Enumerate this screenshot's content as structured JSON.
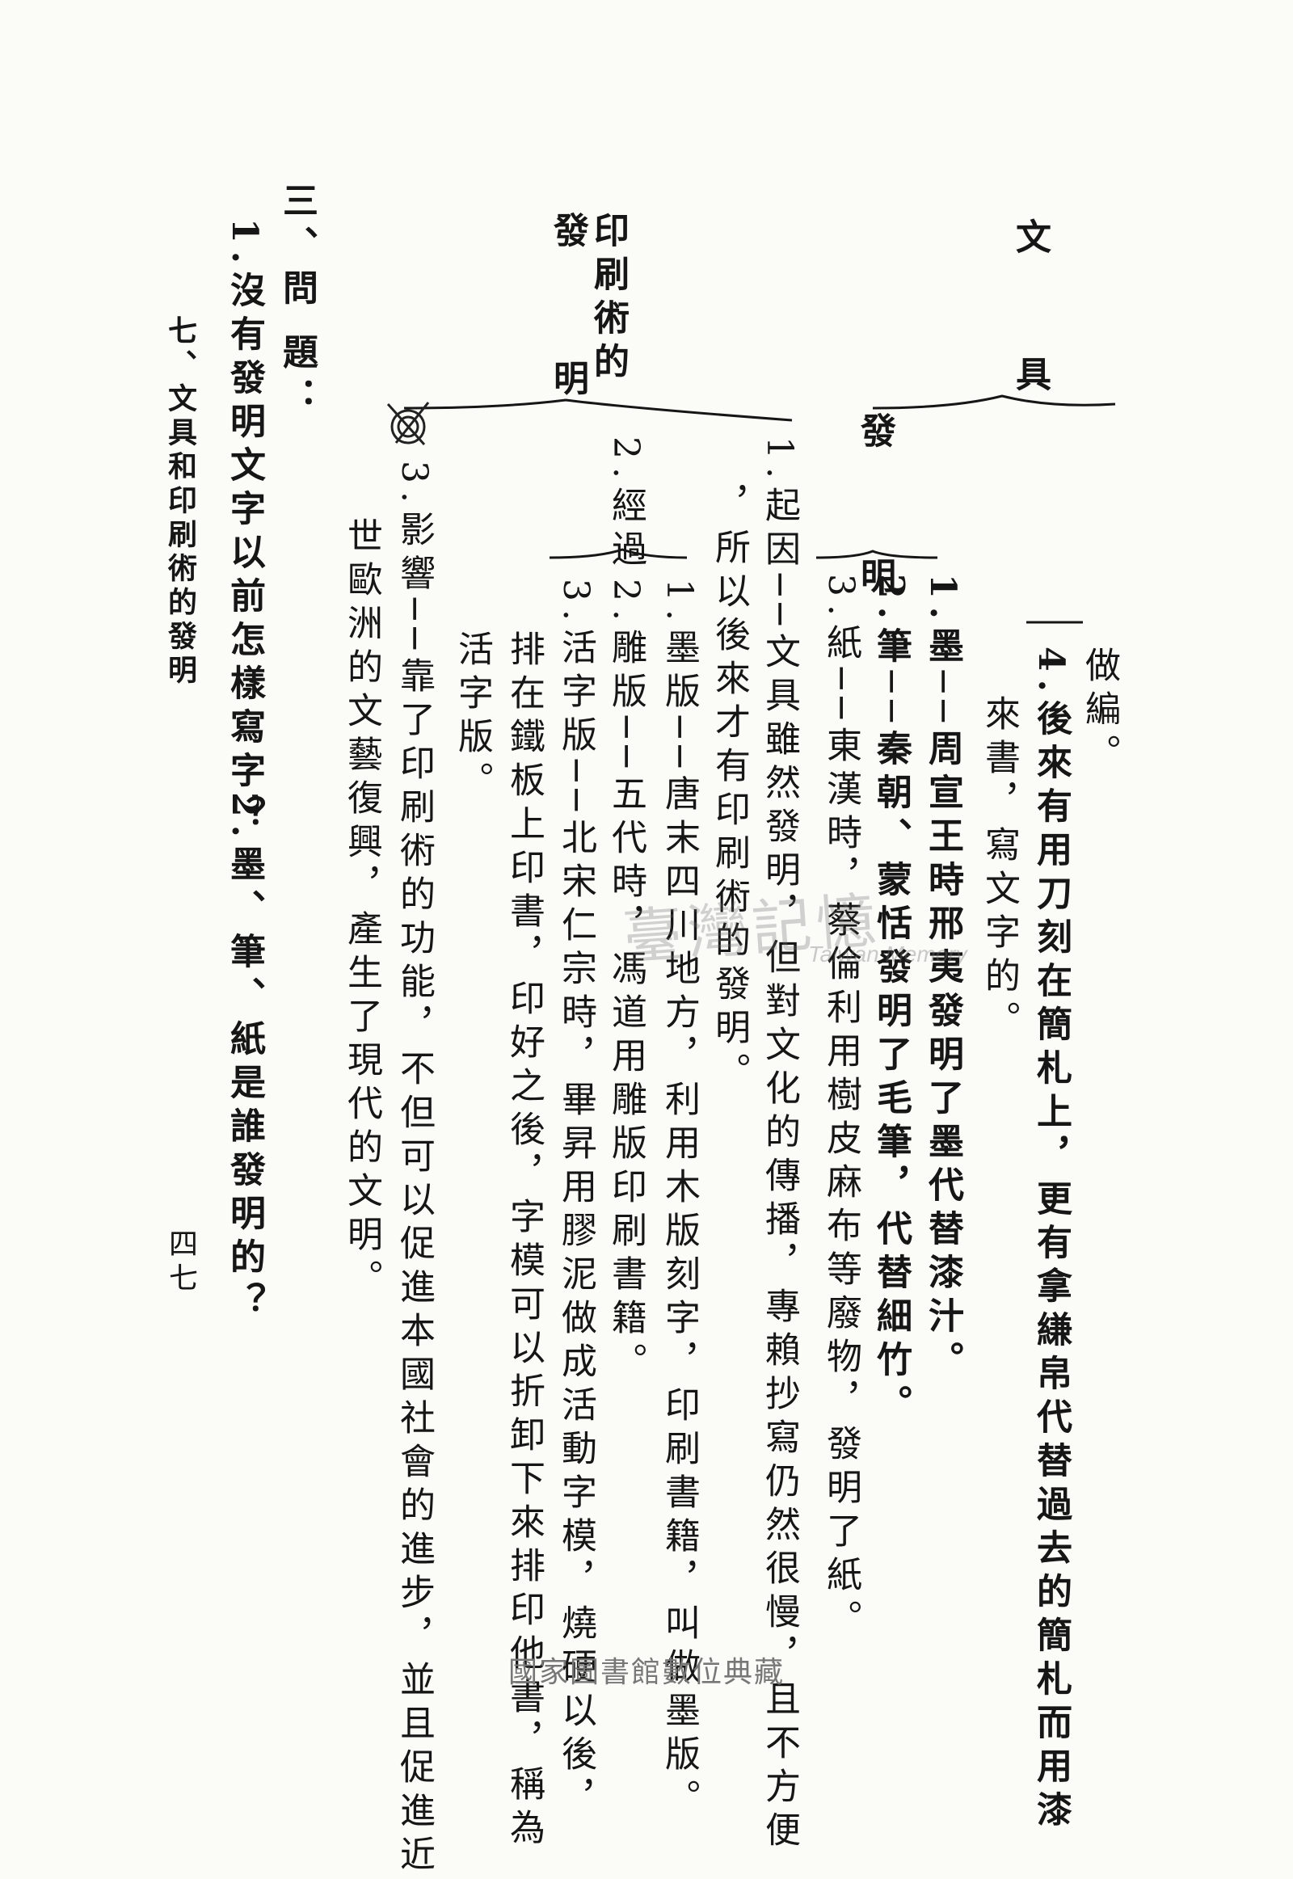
{
  "top_section": {
    "heading_part1": "文",
    "heading_part2": "具",
    "subheading": "發 明",
    "item4": "4.後來有用刀刻在簡札上，更有拿縑帛代替過去的簡札而用漆",
    "item4_cont": "來書，寫文字的。",
    "prev_tail": "做編。",
    "item1": "1.墨──周宣王時邢夷發明了墨代替漆汁。",
    "item2": "2.筆──秦朝、蒙恬發明了毛筆，代替細竹。",
    "item3": "3.紙──東漢時，蔡倫利用樹皮麻布等廢物，發明了紙。"
  },
  "printing_section": {
    "heading": "印刷術的",
    "heading_bottom": "明",
    "heading_prefix": "發",
    "cause": "1.起因──文具雖然發明，但對文化的傳播，專賴抄寫仍然很慢，且不方便",
    "cause_cont": "，所以後來才有印刷術的發明。",
    "process_label": "2.經過",
    "p1": "1.墨版──唐末四川地方，利用木版刻字，印刷書籍，叫做墨版。",
    "p2": "2.雕版──五代時，馮道用雕版印刷書籍。",
    "p3": "3.活字版──北宋仁宗時，畢昇用膠泥做成活動字模，燒硬以後，",
    "p3_cont1": "排在鐵板上印書，印好之後，字模可以折卸下來排印他書，稱為",
    "p3_cont2": "活字版。",
    "influence": "3.影響──靠了印刷術的功能，不但可以促進本國社會的進步，並且促進近",
    "influence_cont": "世歐洲的文藝復興，產生了現代的文明。"
  },
  "questions": {
    "heading": "三、問 題：",
    "q1": "1.沒有發明文字以前怎樣寫字？",
    "q2": "2.墨、筆、紙是誰發明的？"
  },
  "margin": {
    "chapter_title": "七、文具和印刷術的發明",
    "page_number": "四七"
  },
  "watermark": {
    "text": "臺灣記憶",
    "english": "Taiwan Memory"
  },
  "footer": "國家圖書館數位典藏"
}
